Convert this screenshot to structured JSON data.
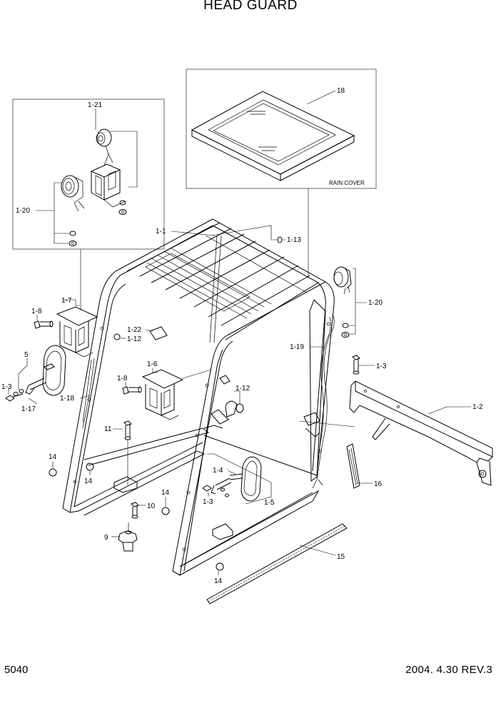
{
  "header": {
    "title": "HEAD GUARD"
  },
  "footer": {
    "page_number": "5040",
    "revision": "2004. 4.30 REV.3"
  },
  "insets": {
    "rain_cover_label": "RAIN COVER"
  },
  "callouts": {
    "c18": "18",
    "c1_21": "1-21",
    "c1_20a": "1-20",
    "c1_1": "1-1",
    "c1_13": "1-13",
    "c1_20b": "1-20",
    "c1_7": "1-7",
    "c1_8a": "1-8",
    "c1_22": "1-22",
    "c1_12a": "1-12",
    "c5": "5",
    "c1_3a": "1-3",
    "c1_17": "1-17",
    "c1_18": "1-18",
    "c1_6": "1-6",
    "c1_8b": "1-8",
    "c1_19": "1-19",
    "c1_3b": "1-3",
    "c1_12b": "1-12",
    "c1_2": "1-2",
    "c11": "11",
    "c14a": "14",
    "c14b": "14",
    "c1_4": "1-4",
    "c16": "16",
    "c14c": "14",
    "c10": "10",
    "c1_3c": "1-3",
    "c1_5": "1-5",
    "c9": "9",
    "c15": "15",
    "c14d": "14"
  }
}
